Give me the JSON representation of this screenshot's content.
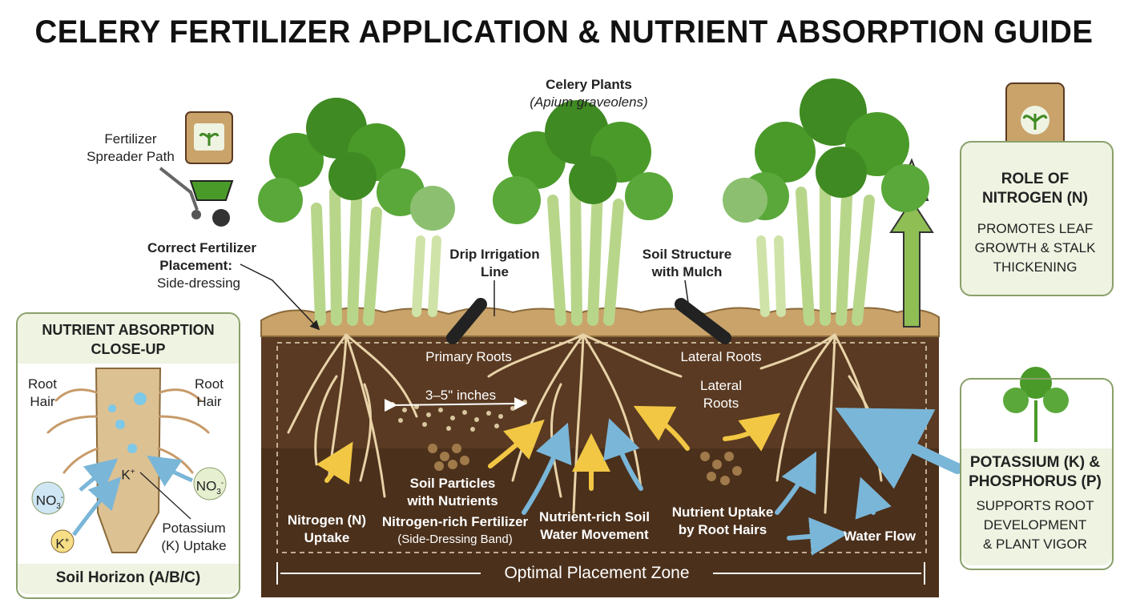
{
  "title": "CELERY FERTILIZER APPLICATION & NUTRIENT ABSORPTION GUIDE",
  "plants_label": {
    "name": "Celery Plants",
    "latin": "(Apium graveolens)"
  },
  "spreader": {
    "line1": "Fertilizer",
    "line2": "Spreader Path"
  },
  "placement": {
    "line1": "Correct Fertilizer",
    "line2": "Placement:",
    "line3": "Side-dressing"
  },
  "drip": {
    "line1": "Drip Irrigation",
    "line2": "Line"
  },
  "soil_structure": {
    "line1": "Soil Structure",
    "line2": "with Mulch"
  },
  "close_up": {
    "title_line1": "NUTRIENT ABSORPTION",
    "title_line2": "CLOSE-UP",
    "root_hair_left": {
      "line1": "Root",
      "line2": "Hair"
    },
    "root_hair_right": {
      "line1": "Root",
      "line2": "Hair"
    },
    "k_plus": "K",
    "no3": "NO",
    "potassium": {
      "line1": "Potassium",
      "line2": "(K) Uptake"
    },
    "horizon": "Soil Horizon (A/B/C)"
  },
  "nitrogen_panel": {
    "title_line1": "ROLE OF",
    "title_line2": "NITROGEN (N)",
    "body_line1": "PROMOTES LEAF",
    "body_line2": "GROWTH & STALK",
    "body_line3": "THICKENING"
  },
  "pk_panel": {
    "title_line1": "POTASSIUM (K) &",
    "title_line2": "PHOSPHORUS (P)",
    "body_line1": "SUPPORTS ROOT",
    "body_line2": "DEVELOPMENT",
    "body_line3": "& PLANT VIGOR"
  },
  "soil_labels": {
    "primary_roots": "Primary Roots",
    "lateral_roots_1": "Lateral Roots",
    "lateral_roots_2": {
      "line1": "Lateral",
      "line2": "Roots"
    },
    "distance": "3–5\" inches",
    "soil_particles": {
      "line1": "Soil Particles",
      "line2": "with Nutrients"
    },
    "nitrogen_uptake": {
      "line1": "Nitrogen (N)",
      "line2": "Uptake"
    },
    "band": {
      "line1": "Nitrogen-rich Fertilizer",
      "line2": "(Side-Dressing Band)"
    },
    "water_movement": {
      "line1": "Nutrient-rich Soil",
      "line2": "Water Movement"
    },
    "root_hair_uptake": {
      "line1": "Nutrient Uptake",
      "line2": "by Root Hairs"
    },
    "water_flow": "Water Flow",
    "optimal_zone": "Optimal Placement Zone"
  },
  "colors": {
    "soil": "#5a3a22",
    "mulch": "#c9a36a",
    "panel_bg": "#eef3e2",
    "leaf": "#4a9a2a",
    "stalk": "#b8d68a",
    "root": "#e8d3a8",
    "arrow_yellow": "#f2c744",
    "arrow_blue": "#7ab6d8"
  }
}
